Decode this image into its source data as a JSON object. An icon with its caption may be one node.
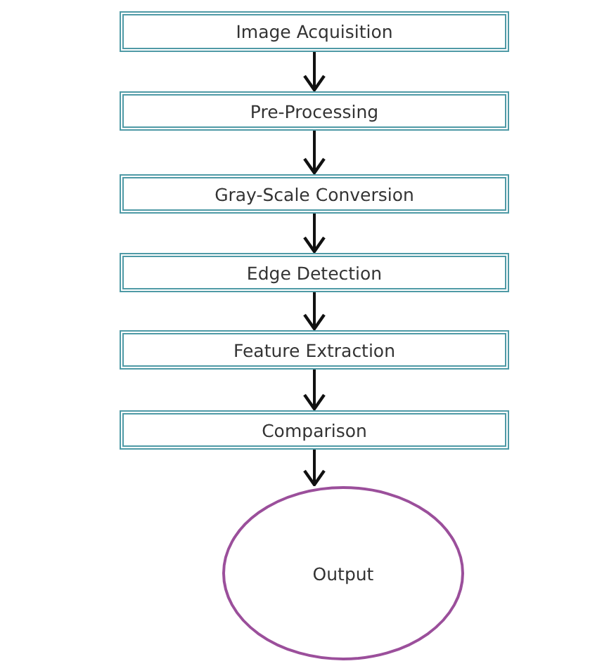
{
  "diagram": {
    "nodes": [
      {
        "text": [
          "Image Acquisition"
        ]
      },
      {
        "text": [
          "Pre-Processing"
        ]
      },
      {
        "text": [
          "Gray-Scale Conversion"
        ]
      },
      {
        "text": [
          "Edge Detection"
        ]
      },
      {
        "text": [
          "Feature Extraction"
        ]
      },
      {
        "text": [
          "Comparison"
        ]
      },
      {
        "text": [
          "Output"
        ]
      }
    ],
    "edges": [
      {
        "from": 0,
        "to": 1,
        "arrow": "to"
      },
      {
        "from": 1,
        "to": 2,
        "arrow": "to"
      },
      {
        "from": 2,
        "to": 3,
        "arrow": "to"
      },
      {
        "from": 3,
        "to": 4,
        "arrow": "to"
      },
      {
        "from": 4,
        "to": 5,
        "arrow": "to"
      },
      {
        "from": 5,
        "to": 6,
        "arrow": "to"
      }
    ]
  }
}
